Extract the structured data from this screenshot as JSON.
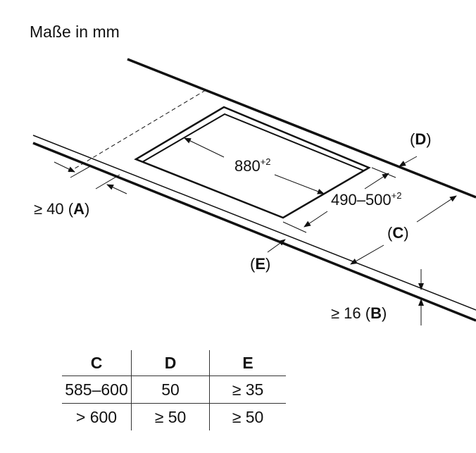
{
  "title": "Maße in mm",
  "labels": {
    "cutout_length": "880",
    "cutout_length_tol": "+2",
    "cutout_width": "490–500",
    "cutout_width_tol": "+2",
    "A_prefix": "≥ 40 (",
    "A": "A",
    "A_suffix": ")",
    "B_prefix": "≥ 16 (",
    "B": "B",
    "B_suffix": ")",
    "C": "C",
    "D": "D",
    "E": "E",
    "open": "(",
    "close": ")"
  },
  "table": {
    "headers": [
      "C",
      "D",
      "E"
    ],
    "rows": [
      [
        "585–600",
        "50",
        "≥ 35"
      ],
      [
        "> 600",
        "≥ 50",
        "≥ 50"
      ]
    ]
  }
}
